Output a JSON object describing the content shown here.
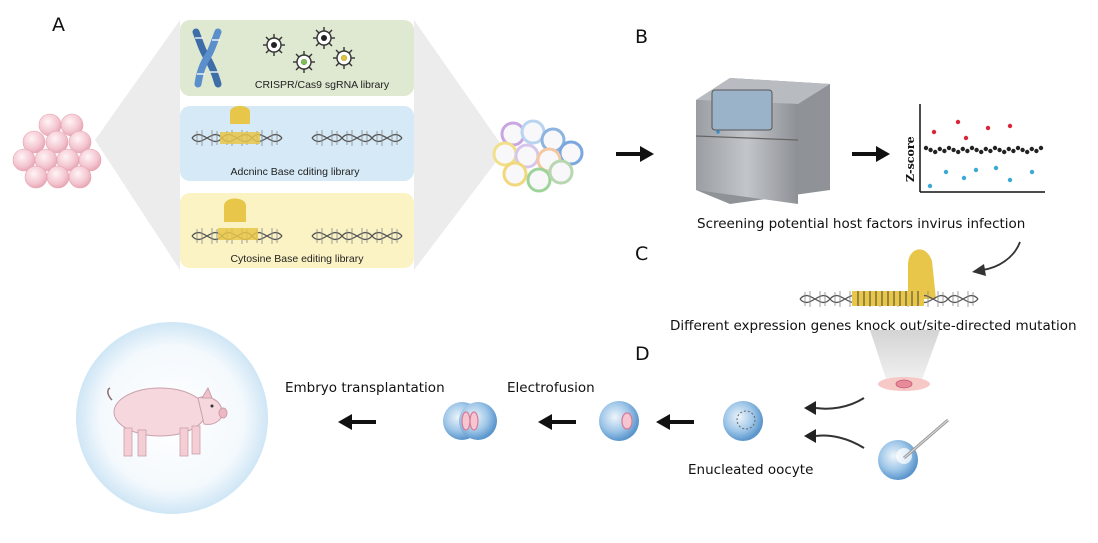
{
  "panels": {
    "a": "A",
    "b": "B",
    "c": "C",
    "d": "D"
  },
  "libraries": {
    "crispr": "CRISPR/Cas9 sgRNA library",
    "adenine": "Adcninc Base cditing library",
    "cytosine": "Cytosine Base editing library"
  },
  "chart": {
    "ylabel": "Z-score"
  },
  "captions": {
    "screening": "Screening potential host factors invirus infection",
    "knockout": "Different expression genes knock out/site-directed mutation",
    "embryo": "Embryo transplantation",
    "electrofusion": "Electrofusion",
    "oocyte": "Enucleated oocyte"
  },
  "colors": {
    "green_box": "#dfe8d0",
    "blue_box": "#d5e9f6",
    "yellow_box": "#fbf3c4",
    "guide_yellow": "#e8c64a",
    "dot_red": "#d9263a",
    "dot_black": "#222222",
    "dot_blue": "#3aa9d6"
  }
}
